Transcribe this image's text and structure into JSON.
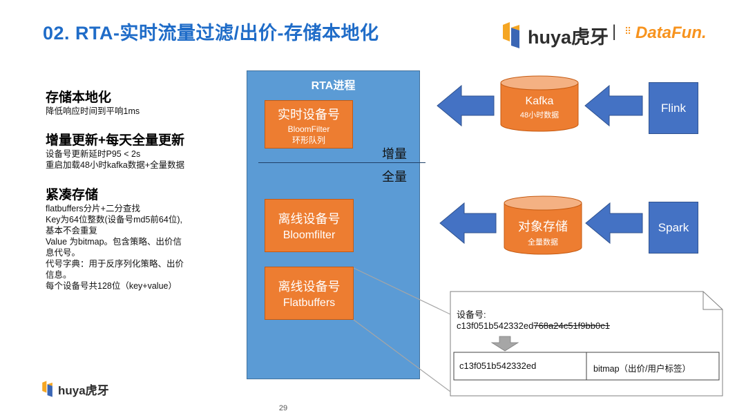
{
  "slide": {
    "title": "02. RTA-实时流量过滤/出价-存储本地化",
    "page_number": "29"
  },
  "logos": {
    "top_brand": "huya虎牙",
    "separator": "|",
    "datafun": "DataFun.",
    "bottom_brand": "huya虎牙"
  },
  "left": {
    "s1_heading": "存储本地化",
    "s1_lines": [
      "降低响应时间到平响1ms"
    ],
    "s2_heading": "增量更新+每天全量更新",
    "s2_lines": [
      "设备号更新延时P95 < 2s",
      "重启加载48小时kafka数据+全量数据"
    ],
    "s3_heading": "紧凑存储",
    "s3_lines": [
      "flatbuffers分片+二分查找",
      "Key为64位整数(设备号md5前64位),",
      "基本不会重复",
      "Value 为bitmap。包含策略、出价信",
      "息代号。",
      "代号字典：用于反序列化策略、出价",
      "信息。",
      "每个设备号共128位（key+value）"
    ]
  },
  "diagram": {
    "process_title": "RTA进程",
    "box1": {
      "line1": "实时设备号",
      "line2": "BloomFilter",
      "line3": "环形队列"
    },
    "label_incremental": "增量",
    "label_full": "全量",
    "box2": {
      "line1": "离线设备号",
      "line2": "Bloomfilter"
    },
    "box3": {
      "line1": "离线设备号",
      "line2": "Flatbuffers"
    },
    "kafka": {
      "name": "Kafka",
      "sub": "48小时数据"
    },
    "object_store": {
      "name": "对象存储",
      "sub": "全量数据"
    },
    "flink": "Flink",
    "spark": "Spark"
  },
  "callout": {
    "label": "设备号:",
    "device_id_kept": "c13f051b542332ed",
    "device_id_struck": "768a24c51f9bb0c1",
    "key_cell": "c13f051b542332ed",
    "value_cell": "bitmap（出价/用户标签）"
  },
  "colors": {
    "title_blue": "#1F6CC8",
    "process_blue": "#5B9BD5",
    "orange": "#ED7D31",
    "arrow_blue": "#4472C4",
    "huya_orange": "#F5A623",
    "datafun_orange": "#F7931E"
  }
}
